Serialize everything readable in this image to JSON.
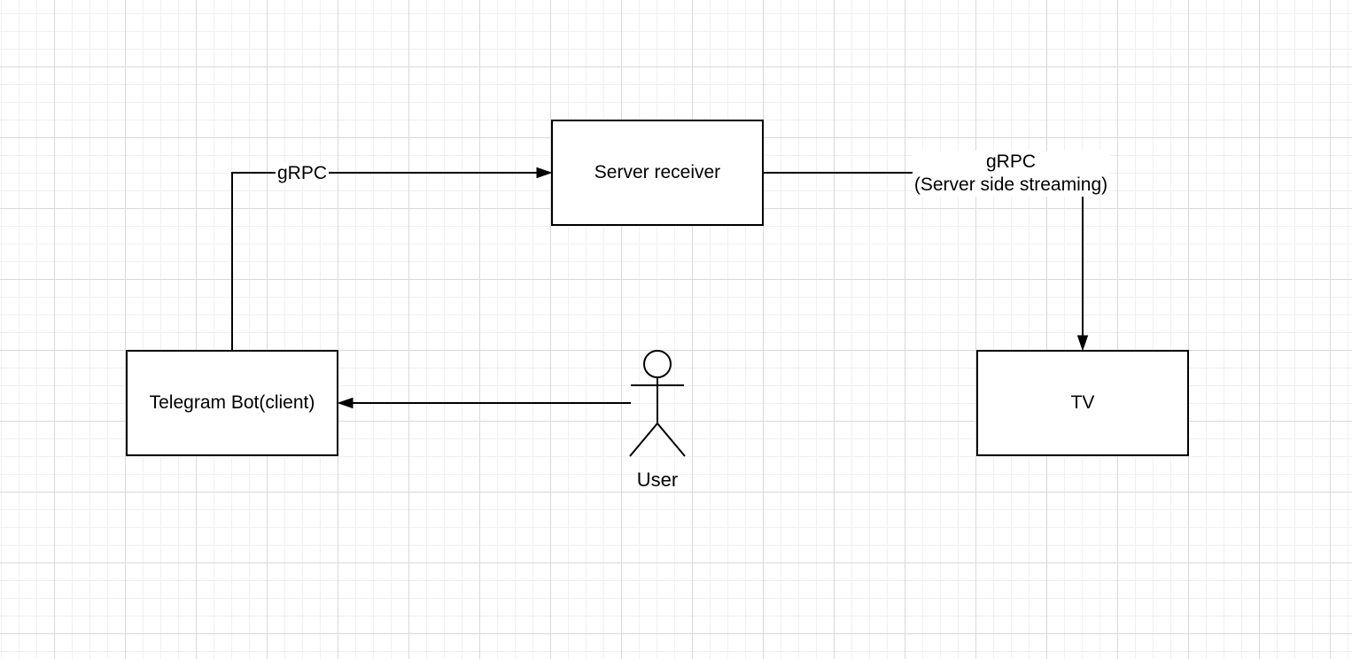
{
  "canvas": {
    "background_color": "#ffffff",
    "grid_minor_color": "#f0f0f0",
    "grid_major_color": "#d9d9d9",
    "stroke_color": "#000000"
  },
  "nodes": {
    "server_receiver": {
      "label": "Server receiver"
    },
    "telegram_bot": {
      "label": "Telegram Bot(client)"
    },
    "tv": {
      "label": "TV"
    },
    "user": {
      "label": "User"
    }
  },
  "edges": {
    "bot_to_server": {
      "label": "gRPC"
    },
    "server_to_tv": {
      "label_line1": "gRPC",
      "label_line2": "(Server side streaming)"
    },
    "user_to_bot": {
      "label": ""
    }
  }
}
